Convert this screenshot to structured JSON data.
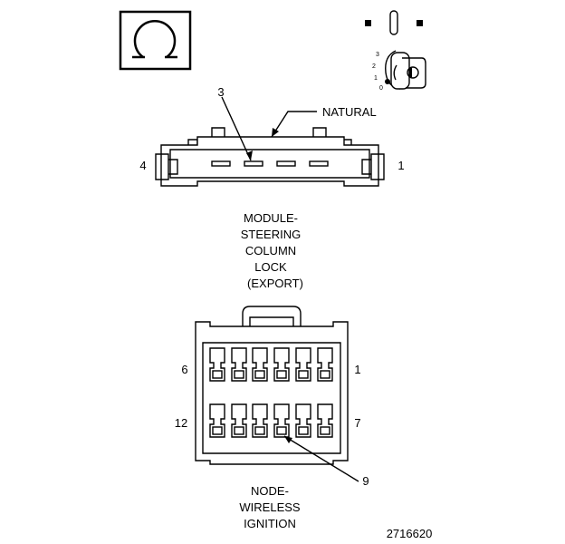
{
  "legend": {
    "test_meter_symbol": "Ω",
    "ignition_switch_positions": [
      "3",
      "2",
      "1",
      "0"
    ]
  },
  "module_connector": {
    "callout_pin": "3",
    "callout_color": "NATURAL",
    "pin_left": "4",
    "pin_right": "1",
    "title_lines": [
      "MODULE-",
      "STEERING",
      "COLUMN",
      "LOCK",
      "(EXPORT)"
    ]
  },
  "node_connector": {
    "pin_top_left": "6",
    "pin_top_right": "1",
    "pin_bottom_left": "12",
    "pin_bottom_right": "7",
    "callout_pin": "9",
    "title_lines": [
      "NODE-",
      "WIRELESS",
      "IGNITION"
    ]
  },
  "figure_id": "2716620"
}
